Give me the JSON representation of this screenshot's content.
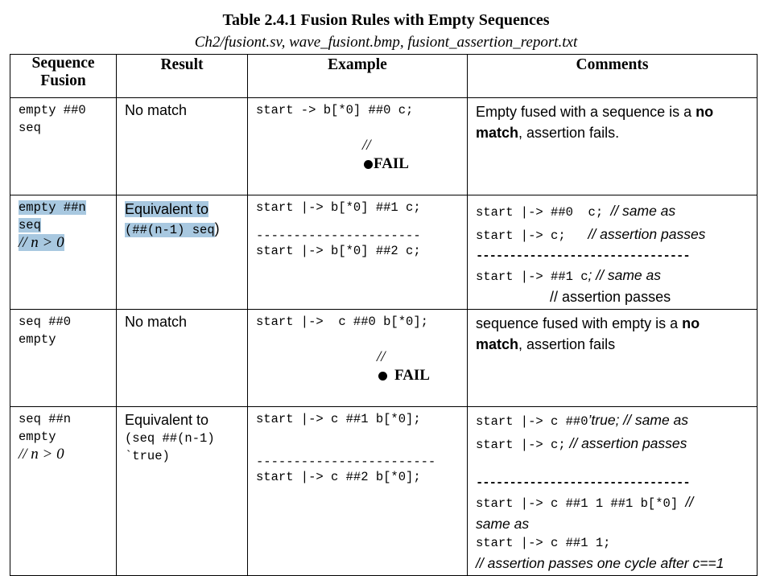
{
  "title": "Table 2.4.1 Fusion Rules with Empty Sequences",
  "subtitle": "Ch2/fusiont.sv, wave_fusiont.bmp, fusiont_assertion_report.txt",
  "headers": [
    "Sequence Fusion",
    "Result",
    "Example",
    "Comments"
  ],
  "header_fusion_line1": "Sequence",
  "header_fusion_line2": "Fusion",
  "rows": [
    {
      "fusion_1": "empty ##0",
      "fusion_2": "seq",
      "result": "No match",
      "example_1": "start -> b[*0] ##0 c;",
      "example_fail_prefix": "//",
      "example_fail": "FAIL",
      "comment_a": "Empty fused with a sequence is  a ",
      "comment_bold_1": "no",
      "comment_bold_2": "match",
      "comment_b": ", assertion fails."
    },
    {
      "fusion_1": "empty ##n",
      "fusion_2": "seq",
      "fusion_3": "// n > 0",
      "result_1": "Equivalent to",
      "result_2": "(##(n-1) seq",
      "result_2_close": ")",
      "example_1": "start |-> b[*0] ##1 c;",
      "example_sep": "----------------------",
      "example_2": "start |-> b[*0] ##2 c;",
      "comment_1_code": "start |-> ##0  c; ",
      "comment_1_text": "// same as",
      "comment_2_code": "start |-> c;   ",
      "comment_2_text": "// assertion passes",
      "comment_sep": "--------------------------------",
      "comment_3_code": "start |-> ##1 c",
      "comment_3_text": "; // same as",
      "comment_4": "// assertion passes"
    },
    {
      "fusion_1": "seq ##0",
      "fusion_2": "empty",
      "result": "No match",
      "example_1": "start |->  c ##0 b[*0];",
      "example_fail_prefix": "//",
      "example_fail": "FAIL",
      "comment_a": "sequence fused with empty is  a ",
      "comment_bold_1": "no",
      "comment_bold_2": "match",
      "comment_b": ", assertion fails"
    },
    {
      "fusion_1": "seq ##n",
      "fusion_2": "empty",
      "fusion_3": "// n > 0",
      "result_1": "Equivalent to",
      "result_2": "(seq ##(n-1)",
      "result_3": "`true)",
      "example_1": "start |-> c ##1 b[*0];",
      "example_sep": "------------------------",
      "example_2": "start |-> c ##2 b[*0];",
      "comment_1_code": "start |-> c ##0",
      "comment_1_mid": "’true",
      "comment_1_text": "; // same as",
      "comment_2_code": "start |-> c;",
      "comment_2_text": " // assertion passes",
      "comment_sep": "--------------------------------",
      "comment_3_code": "start |-> c ##1 1 ##1 b[*0] ",
      "comment_3_text": "//",
      "comment_4": "same as",
      "comment_5_code": "start |-> c ##1 1;",
      "comment_6": "// assertion passes one cycle after c==1"
    }
  ]
}
